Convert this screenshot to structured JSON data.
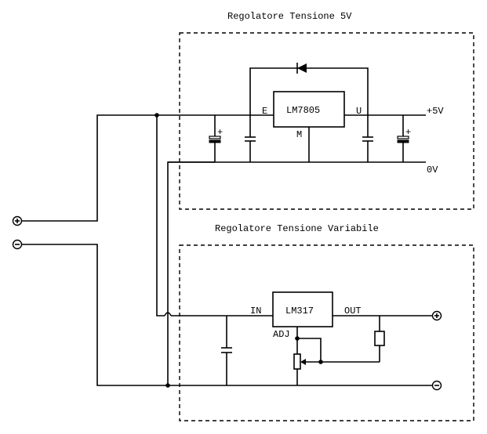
{
  "diagram": {
    "type": "circuit-schematic",
    "colors": {
      "ink": "#000000",
      "background": "#ffffff"
    },
    "sections": [
      {
        "id": "fixed-regulator",
        "title": "Regolatore Tensione 5V",
        "ic": {
          "name": "LM7805",
          "pins": {
            "input": "E",
            "output": "U",
            "ground": "M"
          }
        },
        "outputs": {
          "positive": "+5V",
          "ground": "0V"
        },
        "components": [
          "electrolytic-capacitor-input",
          "capacitor-input",
          "protection-diode",
          "capacitor-output",
          "electrolytic-capacitor-output"
        ]
      },
      {
        "id": "variable-regulator",
        "title": "Regolatore Tensione Variabile",
        "ic": {
          "name": "LM317",
          "pins": {
            "input": "IN",
            "output": "OUT",
            "adjust": "ADJ"
          }
        },
        "outputs": {
          "positive": "+",
          "negative": "−"
        },
        "components": [
          "capacitor-input",
          "potentiometer",
          "resistor"
        ]
      }
    ],
    "input_terminals": {
      "positive": "+",
      "negative": "−"
    }
  }
}
